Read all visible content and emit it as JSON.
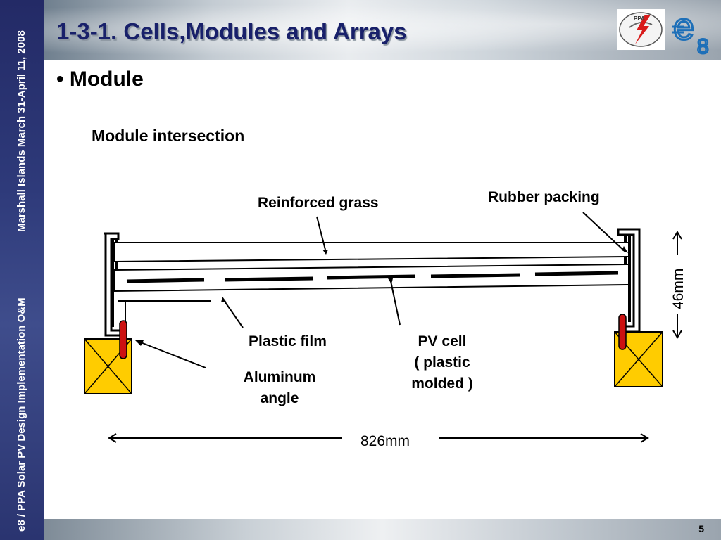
{
  "sidebar": {
    "text_top": "Marshall Islands March 31-April 11, 2008",
    "text_bottom": "e8 / PPA Solar PV Design Implementation O&M"
  },
  "header": {
    "title": "1-3-1. Cells,Modules and Arrays",
    "logo_ppa_text": "PPA",
    "logo_e8_text": "e8"
  },
  "content": {
    "bullet": "• Module",
    "subheading": "Module intersection"
  },
  "diagram": {
    "labels": {
      "reinforced_grass": "Reinforced grass",
      "rubber_packing": "Rubber packing",
      "plastic_film": "Plastic film",
      "pv_cell_1": "PV cell",
      "pv_cell_2": "( plastic",
      "pv_cell_3": "molded )",
      "aluminum_1": "Aluminum",
      "aluminum_2": "angle"
    },
    "width_dim": "826mm",
    "height_dim": "46mm"
  },
  "footer": {
    "page_number": "5"
  },
  "colors": {
    "sidebar": "#2e3a7a",
    "title": "#18206a",
    "support_box": "#ffcc00",
    "bolt": "#cc1111"
  }
}
